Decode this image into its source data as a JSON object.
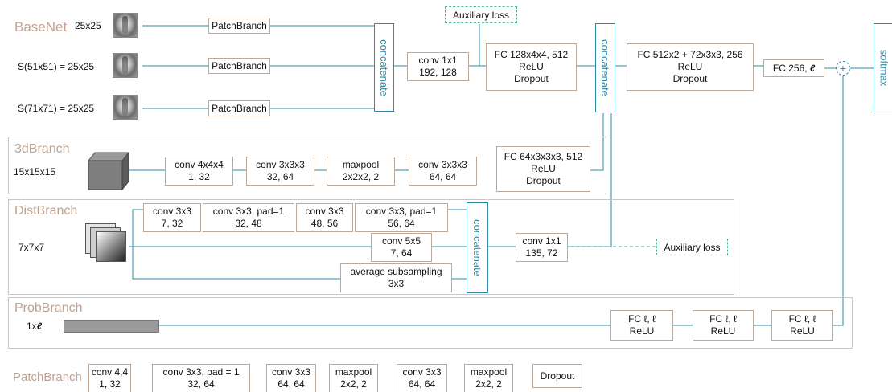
{
  "base": {
    "title": "BaseNet",
    "inputs": [
      "25x25",
      "S(51x51) = 25x25",
      "S(71x71) = 25x25"
    ],
    "patch_label": "PatchBranch"
  },
  "top": {
    "concat1": "concatenate",
    "conv1x1": [
      "conv 1x1",
      "192, 128"
    ],
    "aux_loss": "Auxiliary loss",
    "fc1": [
      "FC 128x4x4, 512",
      "ReLU",
      "Dropout"
    ],
    "concat2": "concatenate",
    "fc2": [
      "FC 512x2 + 72x3x3, 256",
      "ReLU",
      "Dropout"
    ],
    "fc3_prefix": "FC 256,",
    "fc3_symbol": "ℓ",
    "plus": "+",
    "softmax": "softmax"
  },
  "branch3d": {
    "title": "3dBranch",
    "input": "15x15x15",
    "boxes": [
      [
        "conv 4x4x4",
        "1, 32"
      ],
      [
        "conv 3x3x3",
        "32, 64"
      ],
      [
        "maxpool",
        "2x2x2, 2"
      ],
      [
        "conv 3x3x3",
        "64, 64"
      ],
      [
        "FC 64x3x3x3, 512",
        "ReLU",
        "Dropout"
      ]
    ]
  },
  "dist": {
    "title": "DistBranch",
    "input": "7x7x7",
    "row1": [
      [
        "conv 3x3",
        "7, 32"
      ],
      [
        "conv 3x3, pad=1",
        "32, 48"
      ],
      [
        "conv 3x3",
        "48, 56"
      ],
      [
        "conv 3x3, pad=1",
        "56, 64"
      ]
    ],
    "conv5": [
      "conv 5x5",
      "7, 64"
    ],
    "avg": [
      "average subsampling",
      "3x3"
    ],
    "concat": "concatenate",
    "conv1x1": [
      "conv 1x1",
      "135, 72"
    ],
    "aux_loss": "Auxiliary loss"
  },
  "prob": {
    "title": "ProbBranch",
    "input_prefix": "1x",
    "input_symbol": "ℓ",
    "fc": [
      "FC ℓ, ℓ",
      "ReLU"
    ]
  },
  "patch": {
    "title": "PatchBranch",
    "boxes": [
      [
        "conv 4,4",
        "1, 32"
      ],
      [
        "conv 3x3, pad = 1",
        "32, 64"
      ],
      [
        "conv 3x3",
        "64, 64"
      ],
      [
        "maxpool",
        "2x2, 2"
      ],
      [
        "conv 3x3",
        "64, 64"
      ],
      [
        "maxpool",
        "2x2, 2"
      ],
      [
        "Dropout"
      ]
    ]
  },
  "colors": {
    "wire": "#2f8aa6",
    "title": "#bfa392",
    "box_border": "#bda99a",
    "panel": "#c8c8c8"
  }
}
